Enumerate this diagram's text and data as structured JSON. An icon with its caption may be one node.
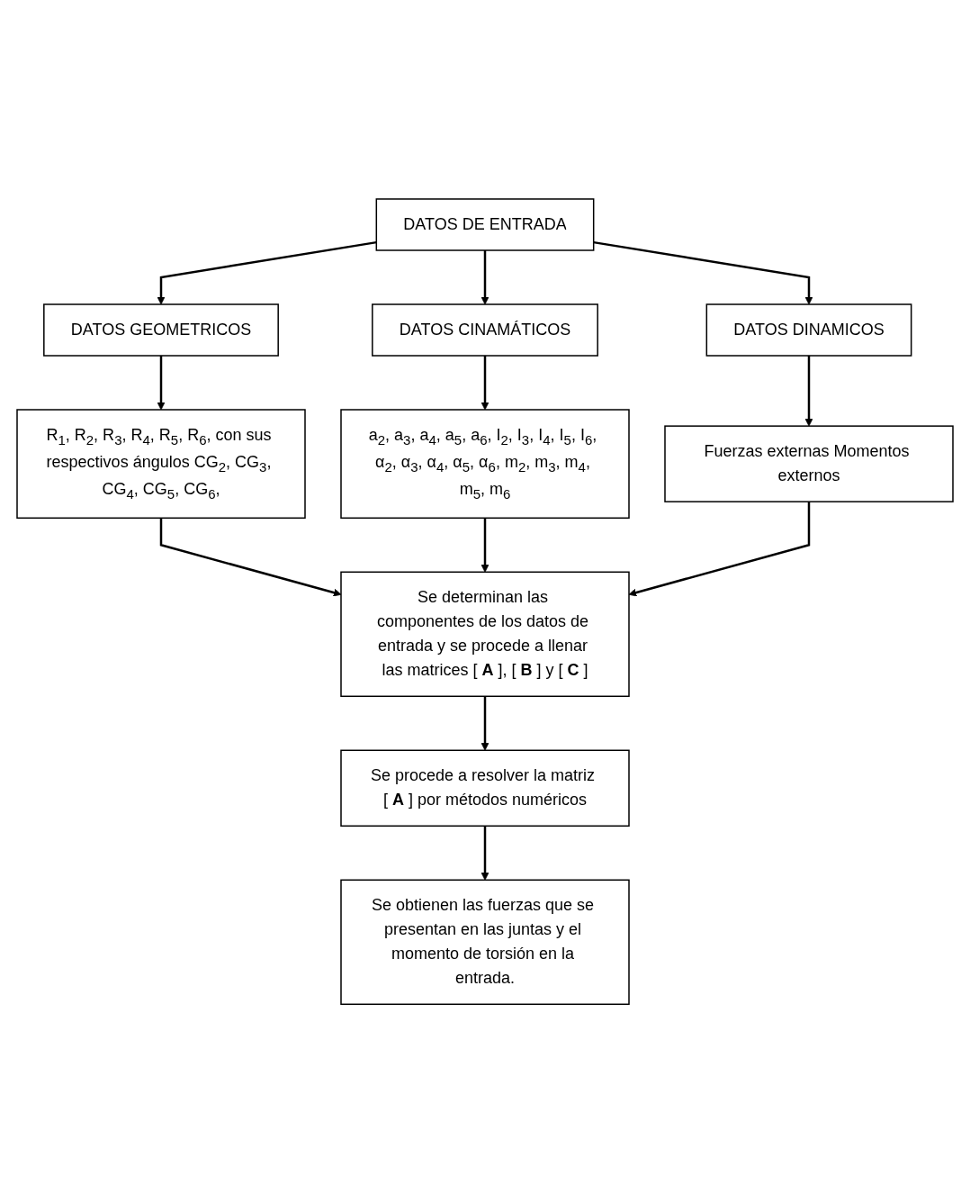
{
  "diagram": {
    "nodes": [
      {
        "text": [
          "DATOS DE ENTRADA"
        ]
      },
      {
        "text": [
          "DATOS GEOMETRICOS"
        ]
      },
      {
        "text": [
          "DATOS CINAMÁTICOS"
        ]
      },
      {
        "text": [
          "DATOS DINAMICOS"
        ]
      },
      {
        "text": [
          "R$_{1}$, R$_{2}$, R$_{3}$, R$_{4}$, R$_{5}$, R$_{6}$, con sus respectivos ángulos CG$_{2}$, CG$_{3}$, CG$_{4}$, CG$_{5}$, CG$_{6}$,"
        ]
      },
      {
        "text": [
          "a$_{2}$, a$_{3}$, a$_{4}$, a$_{5}$, a$_{6}$, I$_{2}$, I$_{3}$, I$_{4}$, I$_{5}$, I$_{6}$, α$_{2}$, α$_{3}$, α$_{4}$, α$_{5}$, α$_{6}$, m$_{2}$, m$_{3}$, m$_{4}$, m$_{5}$, m$_{6}$"
        ]
      },
      {
        "text": [
          "Fuerzas externas Momentos externos"
        ]
      },
      {
        "text": [
          "Se determinan las componentes de los datos de entrada y se procede a llenar las matrices [ **A** ], [ **B** ] y [ **C** ]"
        ]
      },
      {
        "text": [
          "Se procede a resolver la matriz [ **A** ] por métodos numéricos"
        ]
      },
      {
        "text": [
          "Se obtienen las fuerzas que se presentan en las juntas y el momento de torsión en la entrada."
        ]
      }
    ],
    "edges": [
      {
        "from": 0,
        "to": 1,
        "arrow": "to"
      },
      {
        "from": 0,
        "to": 2,
        "arrow": "to"
      },
      {
        "from": 0,
        "to": 3,
        "arrow": "to"
      },
      {
        "from": 1,
        "to": 4,
        "arrow": "to"
      },
      {
        "from": 2,
        "to": 5,
        "arrow": "to"
      },
      {
        "from": 3,
        "to": 6,
        "arrow": "to"
      },
      {
        "from": 4,
        "to": 7,
        "arrow": "to"
      },
      {
        "from": 5,
        "to": 7,
        "arrow": "to"
      },
      {
        "from": 6,
        "to": 7,
        "arrow": "to"
      },
      {
        "from": 7,
        "to": 8,
        "arrow": "to"
      },
      {
        "from": 8,
        "to": 9,
        "arrow": "to"
      }
    ]
  }
}
